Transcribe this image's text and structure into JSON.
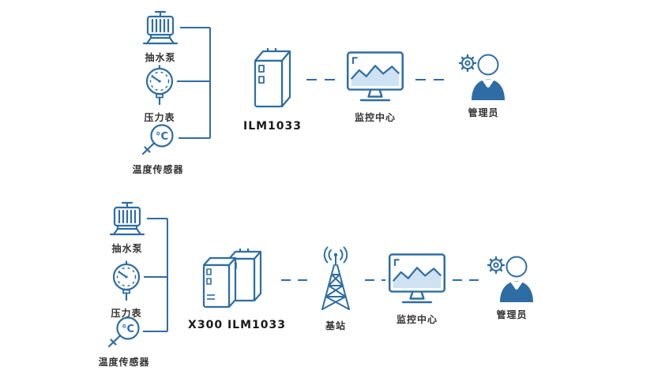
{
  "colors": {
    "line": "#2e6da4",
    "screen_fill": "#cfe2f3",
    "label_text": "#333333"
  },
  "top_flow": {
    "sensors": [
      {
        "label": "抽水泵"
      },
      {
        "label": "压力表"
      },
      {
        "label": "温度传感器"
      }
    ],
    "gateway": {
      "label": "ILM1033"
    },
    "monitor_center": {
      "label": "监控中心"
    },
    "admin": {
      "label": "管理员"
    }
  },
  "bottom_flow": {
    "sensors": [
      {
        "label": "抽水泵"
      },
      {
        "label": "压力表"
      },
      {
        "label": "温度传感器"
      }
    ],
    "gateway": {
      "label": "X300 ILM1033"
    },
    "base_station": {
      "label": "基站"
    },
    "monitor_center": {
      "label": "监控中心"
    },
    "admin": {
      "label": "管理员"
    }
  }
}
